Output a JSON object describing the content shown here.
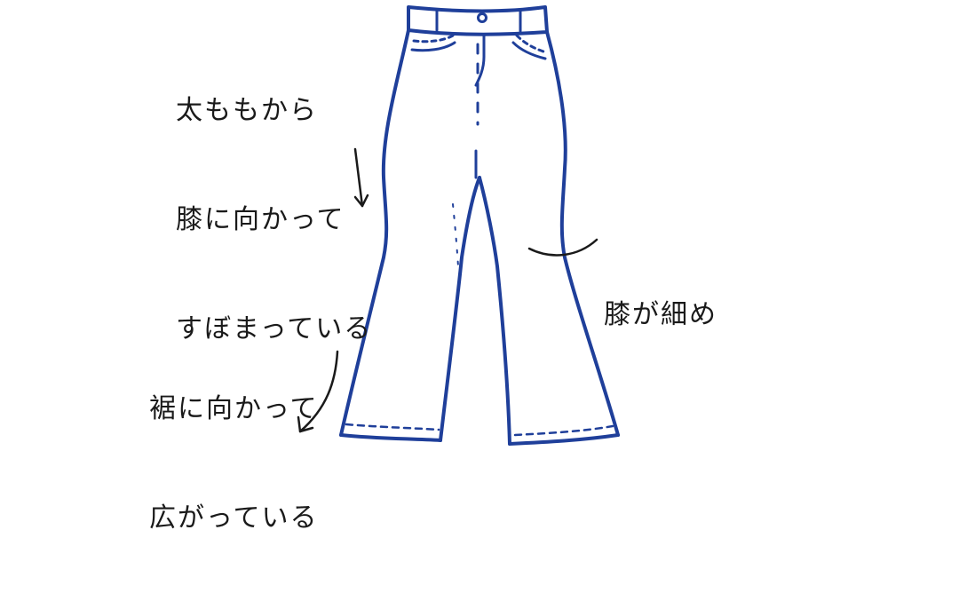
{
  "annotations": {
    "thigh_to_knee": [
      "太ももから",
      "膝に向かって",
      "すぼまっている"
    ],
    "knee": [
      "膝が細め"
    ],
    "hem": [
      "裾に向かって",
      "広がっている"
    ]
  },
  "colors": {
    "outline": "#1f3f9a",
    "text": "#1a1a1a",
    "background": "#ffffff"
  }
}
